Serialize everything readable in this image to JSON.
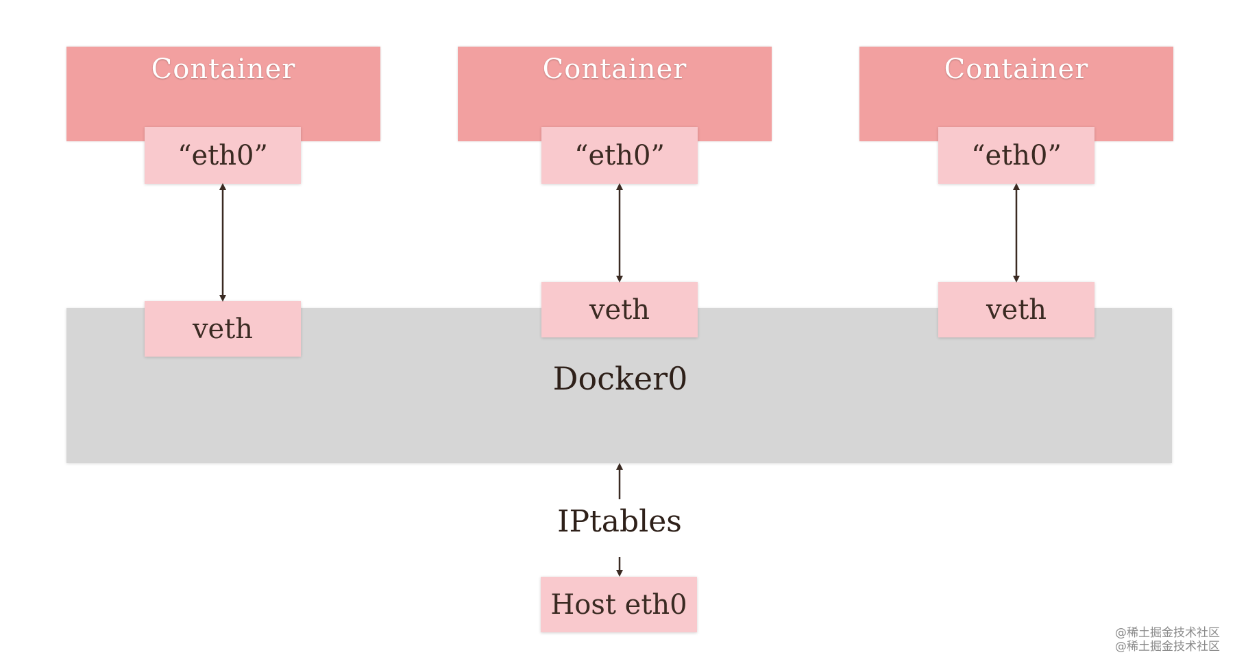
{
  "containers": [
    {
      "label": "Container",
      "iface": "“eth0”",
      "veth": "veth"
    },
    {
      "label": "Container",
      "iface": "“eth0”",
      "veth": "veth"
    },
    {
      "label": "Container",
      "iface": "“eth0”",
      "veth": "veth"
    }
  ],
  "bridge": {
    "label": "Docker0"
  },
  "iptables": {
    "label": "IPtables"
  },
  "host": {
    "label": "Host eth0"
  },
  "watermark": {
    "line1": "@稀土掘金技术社区",
    "line2": "@稀土掘金技术社区"
  },
  "colors": {
    "container": "#f2a0a0",
    "interface": "#f9c9cd",
    "bridge": "#d6d6d6",
    "arrow": "#3a2a22"
  }
}
